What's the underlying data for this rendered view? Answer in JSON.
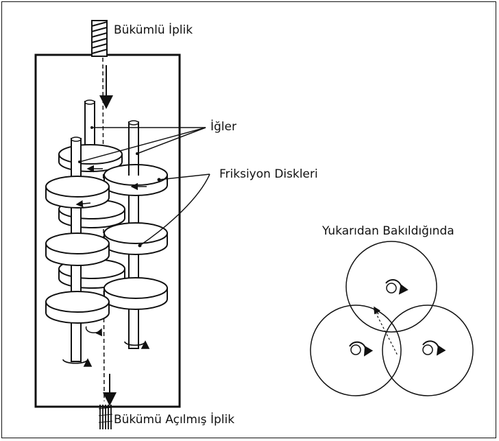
{
  "labels": {
    "top_yarn": "Bükümlü İplik",
    "spindles": "İğler",
    "discs": "Friksiyon Diskleri",
    "top_view": "Yukarıdan Bakıldığında",
    "bottom_yarn": "Bükümü Açılmış İplik"
  }
}
